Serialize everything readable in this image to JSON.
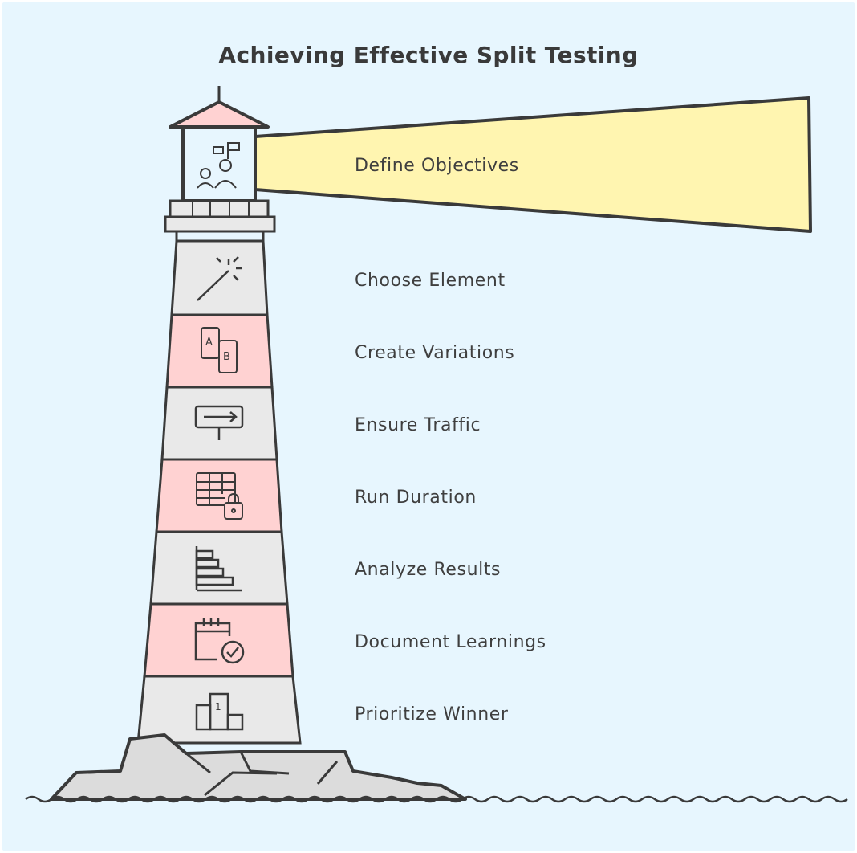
{
  "title": "Achieving Effective Split Testing",
  "steps": [
    {
      "label": "Define Objectives",
      "icon": "team-flag-icon"
    },
    {
      "label": "Choose Element",
      "icon": "magic-wand-icon"
    },
    {
      "label": "Create Variations",
      "icon": "ab-phones-icon"
    },
    {
      "label": "Ensure Traffic",
      "icon": "signpost-arrow-icon"
    },
    {
      "label": "Run Duration",
      "icon": "locked-table-icon"
    },
    {
      "label": "Analyze Results",
      "icon": "bar-chart-icon"
    },
    {
      "label": "Document Learnings",
      "icon": "calendar-check-icon"
    },
    {
      "label": "Prioritize Winner",
      "icon": "podium-icon"
    }
  ],
  "colors": {
    "background": "#e7f6fe",
    "beam": "#fff5b0",
    "stripe_red": "#ffcfd0",
    "stripe_gray": "#e9e9e9",
    "outline": "#3a3a3a",
    "rock": "#dcdcdc"
  }
}
